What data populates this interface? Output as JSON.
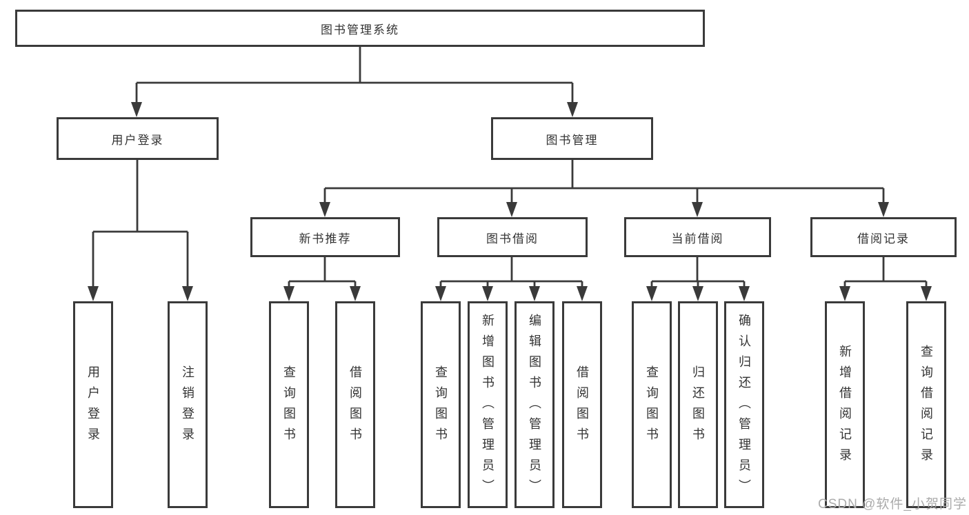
{
  "diagram": {
    "root": {
      "label": "图书管理系统"
    },
    "level2": [
      {
        "label": "用户登录"
      },
      {
        "label": "图书管理"
      }
    ],
    "level3": [
      {
        "label": "新书推荐"
      },
      {
        "label": "图书借阅"
      },
      {
        "label": "当前借阅"
      },
      {
        "label": "借阅记录"
      }
    ],
    "leaves": {
      "login": [
        "用户登录",
        "注销登录"
      ],
      "new_books": [
        "查询图书",
        "借阅图书"
      ],
      "book_borrow": [
        "查询图书",
        "新增图书（管理员）",
        "编辑图书（管理员）",
        "借阅图书"
      ],
      "current_borrow": [
        "查询图书",
        "归还图书",
        "确认归还（管理员）"
      ],
      "borrow_records": [
        "新增借阅记录",
        "查询借阅记录"
      ]
    },
    "watermark": "CSDN @软件_小贺同学",
    "colors": {
      "line": "#3a3a3a",
      "text": "#333333",
      "watermark": "#ababab",
      "background": "#ffffff"
    }
  }
}
